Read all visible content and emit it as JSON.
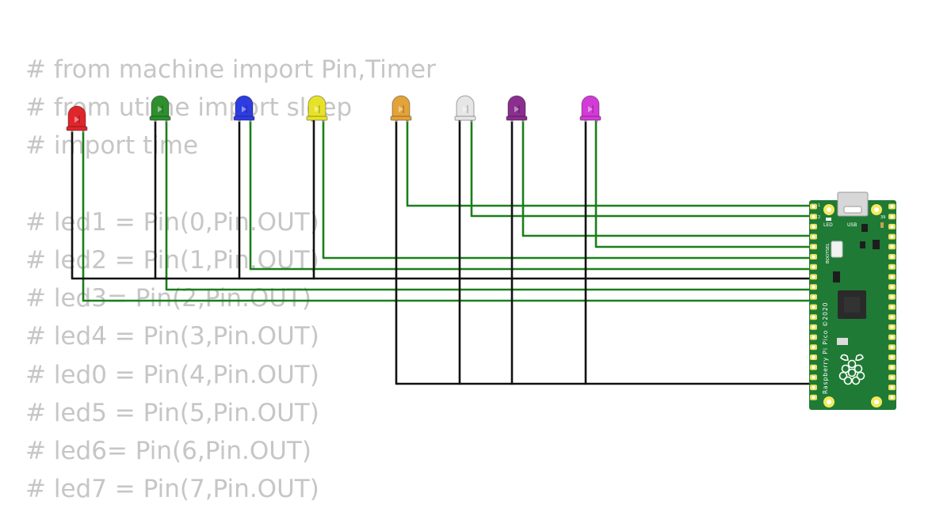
{
  "code_lines": [
    "# from machine import Pin,Timer",
    "# from utime import sleep",
    "# import time",
    "",
    "# led1 = Pin(0,Pin.OUT)",
    "# led2 = Pin(1,Pin.OUT)",
    "# led3= Pin(2,Pin.OUT)",
    "# led4 = Pin(3,Pin.OUT)",
    "# led0 = Pin(4,Pin.OUT)",
    "# led5 = Pin(5,Pin.OUT)",
    "# led6= Pin(6,Pin.OUT)",
    "# led7 = Pin(7,Pin.OUT)"
  ],
  "leds": [
    {
      "id": "led-red",
      "color": "#e0262b"
    },
    {
      "id": "led-green",
      "color": "#2f8f2f"
    },
    {
      "id": "led-blue",
      "color": "#2e3de0"
    },
    {
      "id": "led-yellow",
      "color": "#e6e22a"
    },
    {
      "id": "led-orange",
      "color": "#e3a33a"
    },
    {
      "id": "led-white",
      "color": "#e6e6e6"
    },
    {
      "id": "led-purple",
      "color": "#8a2f8f"
    },
    {
      "id": "led-magenta",
      "color": "#d23bd6"
    }
  ],
  "wire_colors": {
    "signal": "#1a7f1a",
    "ground": "#111111"
  },
  "board": {
    "name": "Raspberry Pi Pico",
    "silkscreen": "Raspberry Pi Pico ©2020",
    "labels": {
      "led": "LED",
      "usb": "USB",
      "bootsel": "BOOTSEL",
      "pin1": "1",
      "pin2": "2",
      "pin39": "39"
    },
    "pcb_color": "#1f7a35"
  }
}
